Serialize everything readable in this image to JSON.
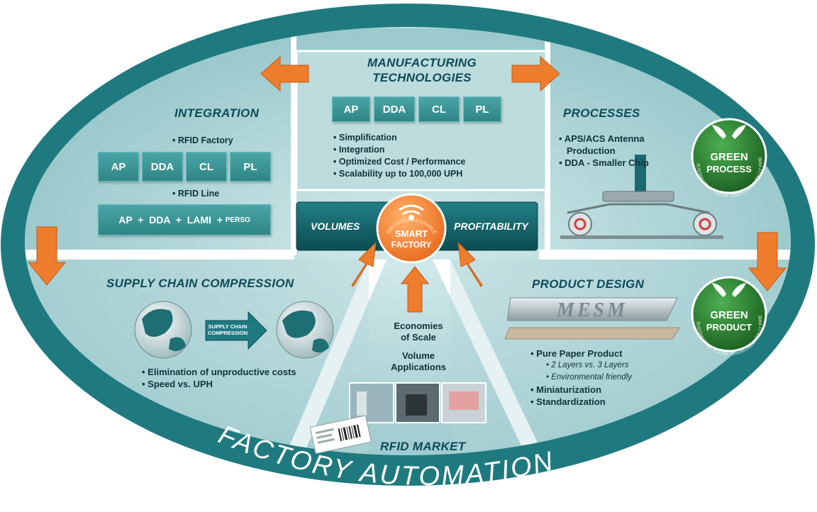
{
  "title": "FACTORY AUTOMATION",
  "center": {
    "left_label": "VOLUMES",
    "right_label": "PROFITABILITY",
    "badge_line1": "SMART",
    "badge_line2": "FACTORY",
    "badge_ring": "INDUSTRY 4.0 ENABLED"
  },
  "manufacturing": {
    "title_line1": "MANUFACTURING",
    "title_line2": "TECHNOLOGIES",
    "boxes": [
      "AP",
      "DDA",
      "CL",
      "PL"
    ],
    "bullets": [
      "Simplification",
      "Integration",
      "Optimized Cost / Performance",
      "Scalability up to 100,000 UPH"
    ]
  },
  "integration": {
    "title": "INTEGRATION",
    "factory_label": "RFID Factory",
    "boxes": [
      "AP",
      "DDA",
      "CL",
      "PL"
    ],
    "line_label": "RFID Line",
    "line_formula": "AP  +  DDA  +  LAMI  +",
    "line_formula_small": "PERSO"
  },
  "processes": {
    "title": "PROCESSES",
    "bullets": [
      "APS/ACS Antenna",
      "Production",
      "DDA - Smaller Chip"
    ],
    "seal_line1": "GREEN",
    "seal_line2": "PROCESS",
    "seal_ring": "SUSTAINABLE · CLEAN · ENVIRONMENTALLY FRIENDLY"
  },
  "supply_chain": {
    "title": "SUPPLY CHAIN COMPRESSION",
    "arrow_line1": "SUPPLY CHAIN",
    "arrow_line2": "COMPRESSION",
    "bullets": [
      "Elimination of unproductive costs",
      "Speed  vs.  UPH"
    ]
  },
  "product_design": {
    "title": "PRODUCT DESIGN",
    "logo_text": "MESM",
    "bullets": [
      "Pure Paper Product",
      "Miniaturization",
      "Standardization"
    ],
    "sub_bullets": [
      "2 Layers  vs. 3 Layers",
      "Environmental friendly"
    ],
    "seal_line1": "GREEN",
    "seal_line2": "PRODUCT",
    "seal_ring": "SUSTAINABLE · CLEAN · ENVIRONMENTALLY FRIENDLY"
  },
  "rfid_market": {
    "title": "RFID MARKET",
    "caption1_line1": "Economies",
    "caption1_line2": "of Scale",
    "caption2_line1": "Volume",
    "caption2_line2": "Applications"
  },
  "colors": {
    "ring": "#1f7a80",
    "panel": "#a9cfd3",
    "heading": "#0e4b57",
    "arrow": "#ee7d2d",
    "banner": "#0f5f66",
    "seal": "#2e7d32"
  }
}
